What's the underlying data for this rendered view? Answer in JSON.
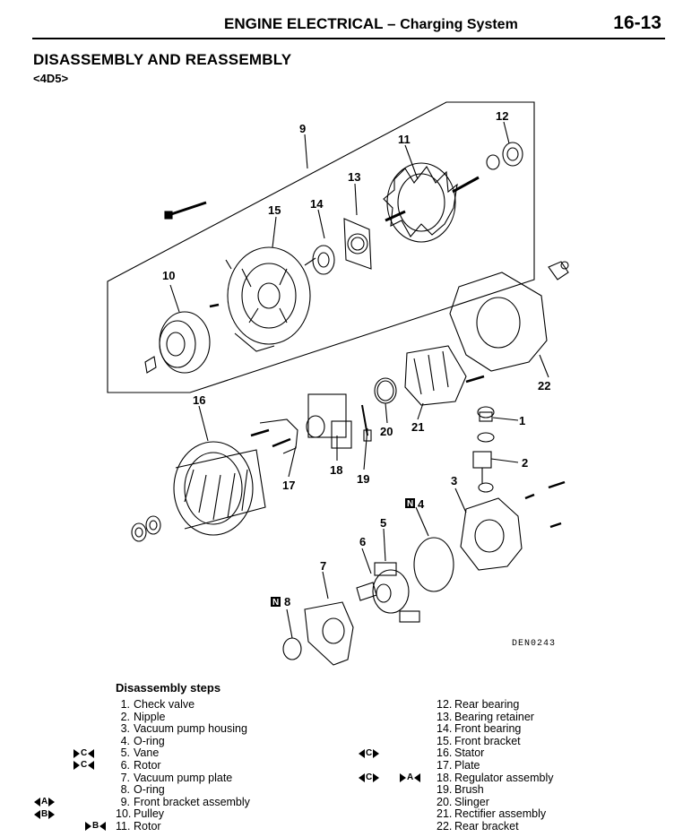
{
  "header": {
    "section": "ENGINE ELECTRICAL",
    "dash": "–",
    "subsection": "Charging System",
    "page_number": "16-13"
  },
  "page_title": "DISASSEMBLY AND REASSEMBLY",
  "model_code": "<4D5>",
  "figure": {
    "figure_id": "DEN0243",
    "callouts": [
      "1",
      "2",
      "3",
      "4",
      "5",
      "6",
      "7",
      "8",
      "9",
      "10",
      "11",
      "12",
      "13",
      "14",
      "15",
      "16",
      "17",
      "18",
      "19",
      "20",
      "21",
      "22"
    ],
    "new_part_marker": "N"
  },
  "steps_title": "Disassembly steps",
  "steps_left": [
    {
      "num": "1.",
      "label": "Check valve",
      "mark": ""
    },
    {
      "num": "2.",
      "label": "Nipple",
      "mark": ""
    },
    {
      "num": "3.",
      "label": "Vacuum pump housing",
      "mark": ""
    },
    {
      "num": "4.",
      "label": "O-ring",
      "mark": ""
    },
    {
      "num": "5.",
      "label": "Vane",
      "mark": "C"
    },
    {
      "num": "6.",
      "label": "Rotor",
      "mark": "C"
    },
    {
      "num": "7.",
      "label": "Vacuum pump plate",
      "mark": ""
    },
    {
      "num": "8.",
      "label": "O-ring",
      "mark": ""
    },
    {
      "num": "9.",
      "label": "Front bracket assembly",
      "mark": "A"
    },
    {
      "num": "10.",
      "label": "Pulley",
      "mark": "B"
    },
    {
      "num": "11.",
      "label": "Rotor",
      "mark": "B"
    }
  ],
  "steps_right": [
    {
      "num": "12.",
      "label": "Rear bearing"
    },
    {
      "num": "13.",
      "label": "Bearing retainer"
    },
    {
      "num": "14.",
      "label": "Front bearing"
    },
    {
      "num": "15.",
      "label": "Front bracket"
    },
    {
      "num": "16.",
      "label": "Stator"
    },
    {
      "num": "17.",
      "label": "Plate"
    },
    {
      "num": "18.",
      "label": "Regulator assembly"
    },
    {
      "num": "19.",
      "label": "Brush"
    },
    {
      "num": "20.",
      "label": "Slinger"
    },
    {
      "num": "21.",
      "label": "Rectifier assembly"
    },
    {
      "num": "22.",
      "label": "Rear bracket"
    }
  ],
  "service_marks": {
    "C": "C",
    "A": "A",
    "B": "B"
  }
}
